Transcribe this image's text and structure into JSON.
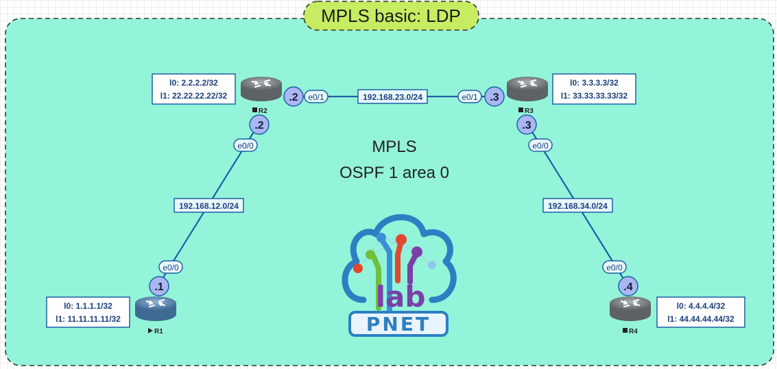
{
  "title": "MPLS basic: LDP",
  "center_text": {
    "line1": "MPLS",
    "line2": "OSPF 1 area 0"
  },
  "colors": {
    "area_fill": "#93f4d9",
    "title_fill": "#c6ec62",
    "link": "#1d5fa6",
    "ip_badge": "#a9b7f2",
    "router_dark": "#6d7378",
    "router_blue": "#4f7aa3"
  },
  "routers": {
    "r1": {
      "name": "R1",
      "status": "running",
      "loopbacks": [
        "l0: 1.1.1.1/32",
        "l1: 11.11.11.11/32"
      ]
    },
    "r2": {
      "name": "R2",
      "status": "stopped",
      "loopbacks": [
        "l0: 2.2.2.2/32",
        "l1: 22.22.22.22/32"
      ]
    },
    "r3": {
      "name": "R3",
      "status": "stopped",
      "loopbacks": [
        "l0: 3.3.3.3/32",
        "l1: 33.33.33.33/32"
      ]
    },
    "r4": {
      "name": "R4",
      "status": "stopped",
      "loopbacks": [
        "l0: 4.4.4.4/32",
        "l1: 44.44.44.44/32"
      ]
    }
  },
  "links": {
    "r1_r2": {
      "subnet": "192.168.12.0/24",
      "a_iface": "e0/0",
      "a_ip": ".1",
      "b_iface": "e0/0",
      "b_ip": ".2"
    },
    "r2_r3": {
      "subnet": "192.168.23.0/24",
      "a_iface": "e0/1",
      "a_ip": ".2",
      "b_iface": "e0/1",
      "b_ip": ".3"
    },
    "r3_r4": {
      "subnet": "192.168.34.0/24",
      "a_iface": "e0/0",
      "a_ip": ".3",
      "b_iface": "e0/0",
      "b_ip": ".4"
    }
  },
  "logo": {
    "icon": "pnetlab-cloud-logo",
    "word1": "lab",
    "word2": "PNET"
  }
}
